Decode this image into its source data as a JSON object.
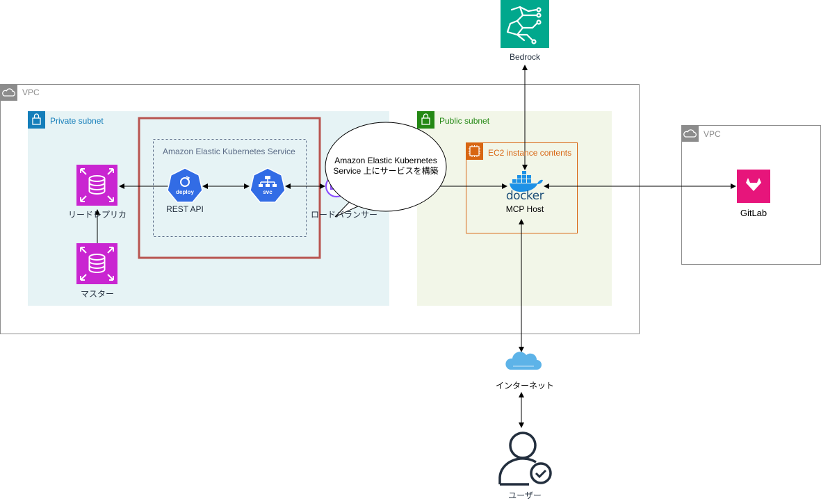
{
  "vpc_main": {
    "label": "VPC"
  },
  "vpc_gitlab": {
    "label": "VPC"
  },
  "private_subnet": {
    "label": "Private subnet"
  },
  "public_subnet": {
    "label": "Public subnet"
  },
  "eks": {
    "label": "Amazon Elastic Kubernetes Service"
  },
  "ec2": {
    "label": "EC2 instance contents"
  },
  "nodes": {
    "bedrock": "Bedrock",
    "read_replica": "リードレプリカ",
    "master": "マスター",
    "rest_api": "REST API",
    "deploy_text": "deploy",
    "svc_text": "svc",
    "load_balancer": "ロードバランサー",
    "docker_text": "docker",
    "mcp_host": "MCP Host",
    "gitlab": "GitLab",
    "internet": "インターネット",
    "user": "ユーザー"
  },
  "callout": {
    "line1": "Amazon Elastic Kubernetes",
    "line2": "Service 上にサービスを構築"
  },
  "colors": {
    "vpc_border": "#8c8c8c",
    "private_fill": "#e6f3f5",
    "private_accent": "#147eba",
    "public_fill": "#f2f6e8",
    "public_accent": "#248814",
    "rds": "#c925d1",
    "bedrock": "#01a88d",
    "k8s": "#326ce5",
    "ec2": "#d86613",
    "gitlab": "#e7157b",
    "highlight": "#b85450",
    "docker": "#1d91e6"
  }
}
